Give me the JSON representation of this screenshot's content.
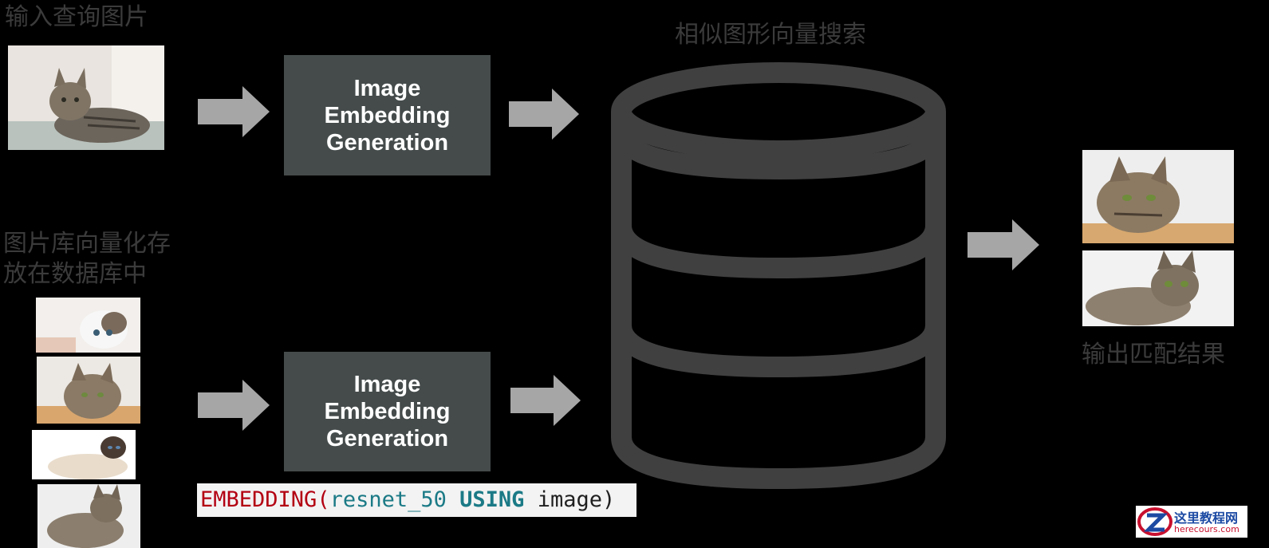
{
  "labels": {
    "query_input": "输入查询图片",
    "library_line1": "图片库向量化存",
    "library_line2": "放在数据库中",
    "vector_search": "相似图形向量搜索",
    "output_results": "输出匹配结果"
  },
  "embedding_box_top": {
    "line1": "Image",
    "line2": "Embedding",
    "line3": "Generation"
  },
  "embedding_box_bottom": {
    "line1": "Image",
    "line2": "Embedding",
    "line3": "Generation"
  },
  "code": {
    "func": "EMBEDDING",
    "open": "(",
    "arg": "resnet_50",
    "keyword": "USING",
    "param": " image",
    "close": ")"
  },
  "watermark": {
    "title": "这里教程网",
    "url": "herecours.com"
  },
  "colors": {
    "background": "#000000",
    "box": "#454b4b",
    "arrow": "#a6a6a6",
    "database": "#404040",
    "label": "#3b3b3b",
    "code_func": "#b30012",
    "code_keyword": "#1b7a86"
  },
  "icons": [
    "cat-photo",
    "arrow-right-icon",
    "database-icon",
    "watermark-logo-icon"
  ]
}
